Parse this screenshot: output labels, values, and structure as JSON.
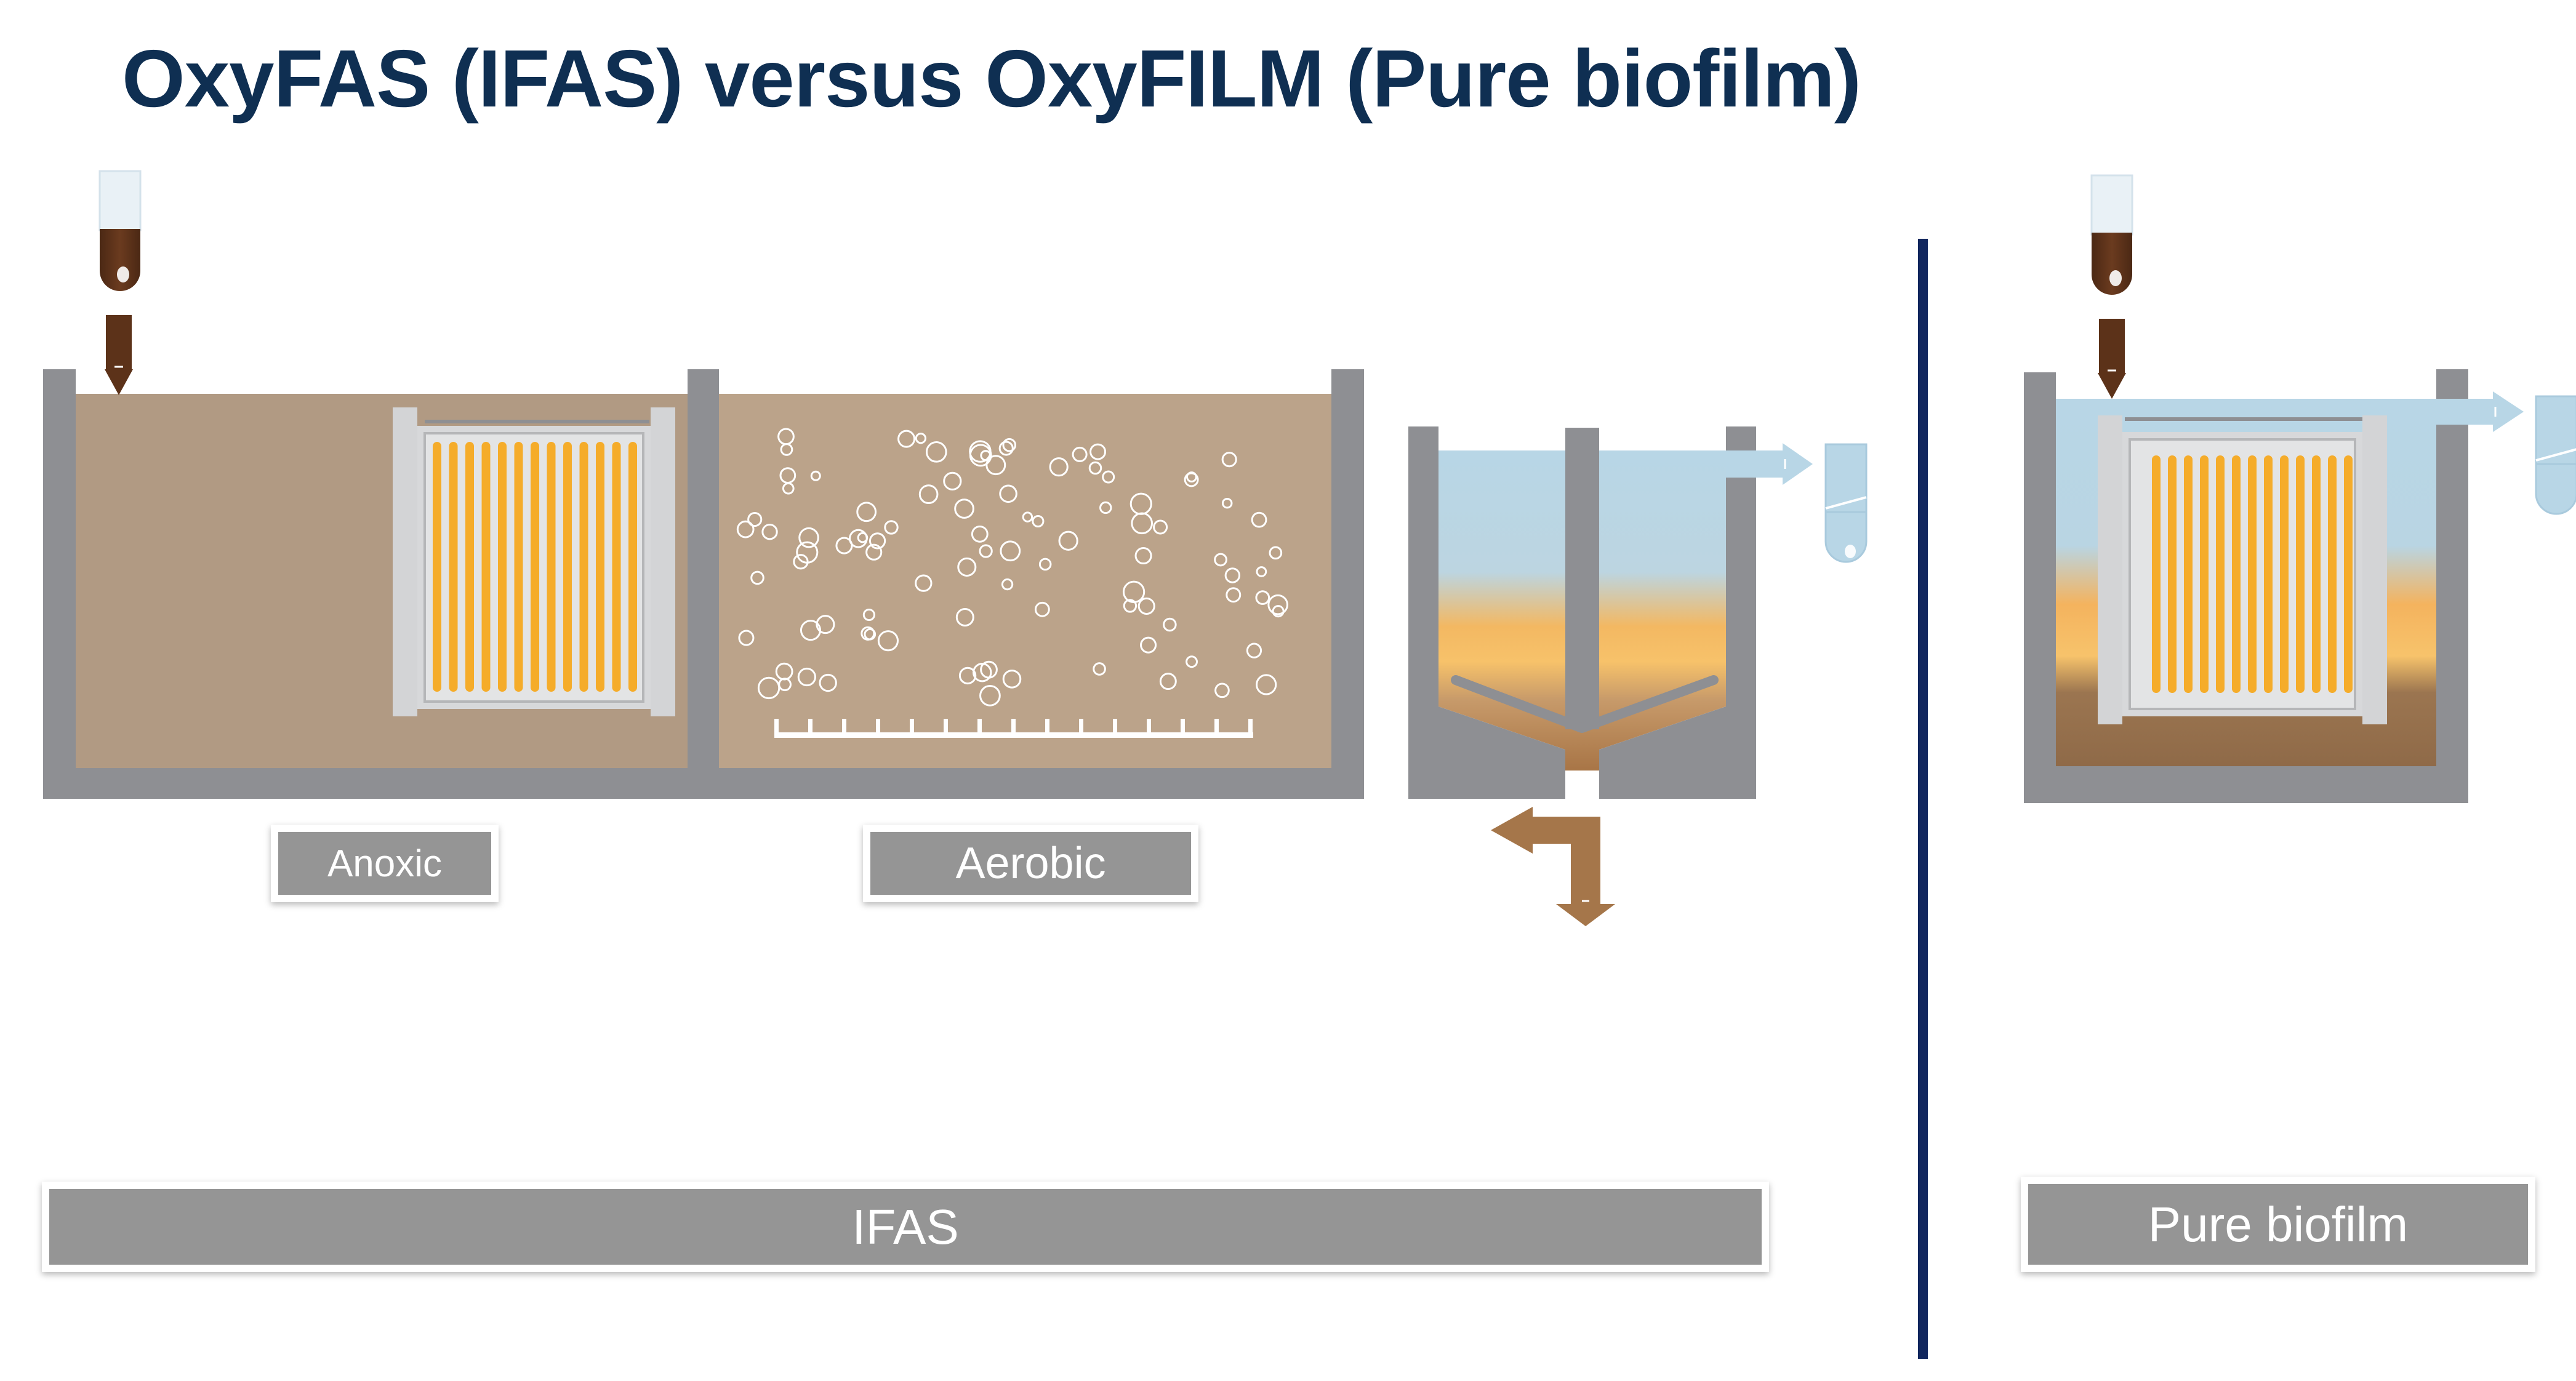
{
  "title": "OxyFAS (IFAS) versus OxyFILM (Pure biofilm)",
  "labels": {
    "anoxic": "Anoxic",
    "aerobic": "Aerobic",
    "ifas": "IFAS",
    "pure_biofilm": "Pure biofilm"
  },
  "colors": {
    "title": "#0f2f52",
    "divider": "#12275e",
    "tank_wall": "#8e8f93",
    "anoxic_liquid": "#b19a83",
    "aerobic_liquid": "#bba38a",
    "clear_water": "#b8d6e6",
    "sludge_brown": "#a5764a",
    "influent_brown": "#5c3219",
    "media_orange": "#f5ac2a",
    "frame_grey": "#d3d4d6",
    "label_box": "#959595"
  }
}
